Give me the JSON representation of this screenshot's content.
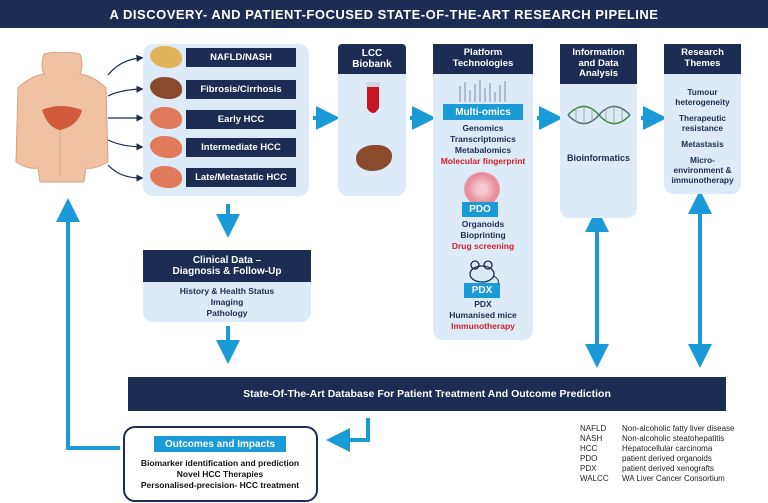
{
  "title": "A DISCOVERY- AND PATIENT-FOCUSED STATE-OF-THE-ART RESEARCH PIPELINE",
  "stages": [
    "NAFLD/NASH",
    "Fibrosis/Cirrhosis",
    "Early HCC",
    "Intermediate HCC",
    "Late/Metastatic HCC"
  ],
  "biobank": {
    "line1": "LCC",
    "line2": "Biobank"
  },
  "platform": {
    "header_line1": "Platform",
    "header_line2": "Technologies",
    "multiomics": {
      "tag": "Multi-omics",
      "items": [
        "Genomics",
        "Transcriptomics",
        "Metabalomics"
      ],
      "highlight": "Molecular fingerprint"
    },
    "pdo": {
      "tag": "PDO",
      "items": [
        "Organoids",
        "Bioprinting"
      ],
      "highlight": "Drug screening"
    },
    "pdx": {
      "tag": "PDX",
      "items": [
        "PDX",
        "Humanised mice"
      ],
      "highlight": "Immunotherapy"
    }
  },
  "info": {
    "header_line1": "Information",
    "header_line2": "and Data",
    "header_line3": "Analysis",
    "label": "Bioinformatics"
  },
  "themes": {
    "header_line1": "Research",
    "header_line2": "Themes",
    "items": [
      "Tumour heterogeneity",
      "Therapeutic resistance",
      "Metastasis",
      "Micro-environment & immunotherapy"
    ]
  },
  "clinical": {
    "header_line1": "Clinical Data –",
    "header_line2": "Diagnosis & Follow-Up",
    "items": [
      "History & Health Status",
      "Imaging",
      "Pathology"
    ]
  },
  "database": "State-Of-The-Art Database For Patient Treatment And Outcome Prediction",
  "outcomes": {
    "header": "Outcomes and Impacts",
    "items": [
      "Biomarker identification and prediction",
      "Novel HCC Therapies",
      "Personalised-precision- HCC treatment"
    ]
  },
  "legend": [
    {
      "abbr": "NAFLD",
      "desc": "Non-alcoholic fatty liver disease"
    },
    {
      "abbr": "NASH",
      "desc": "Non-alcoholic steatohepatitis"
    },
    {
      "abbr": "HCC",
      "desc": "Hepatocellular carcinoma"
    },
    {
      "abbr": "PDO",
      "desc": "patient derived organoids"
    },
    {
      "abbr": "PDX",
      "desc": "patient derived xenografts"
    },
    {
      "abbr": "WALCC",
      "desc": "WA Liver Cancer Consortium"
    }
  ],
  "colors": {
    "navy": "#1b2d52",
    "blue": "#1a9ad6",
    "panel": "#dcebf7",
    "red": "#d0202a"
  }
}
